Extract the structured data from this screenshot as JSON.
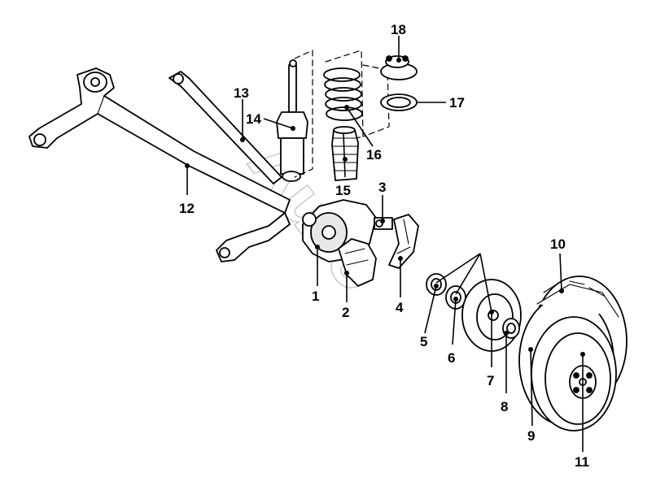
{
  "diagram": {
    "callouts": [
      "1",
      "2",
      "3",
      "4",
      "5",
      "6",
      "7",
      "8",
      "9",
      "10",
      "11",
      "12",
      "13",
      "14",
      "15",
      "16",
      "17",
      "18"
    ],
    "watermark": "Auto"
  }
}
